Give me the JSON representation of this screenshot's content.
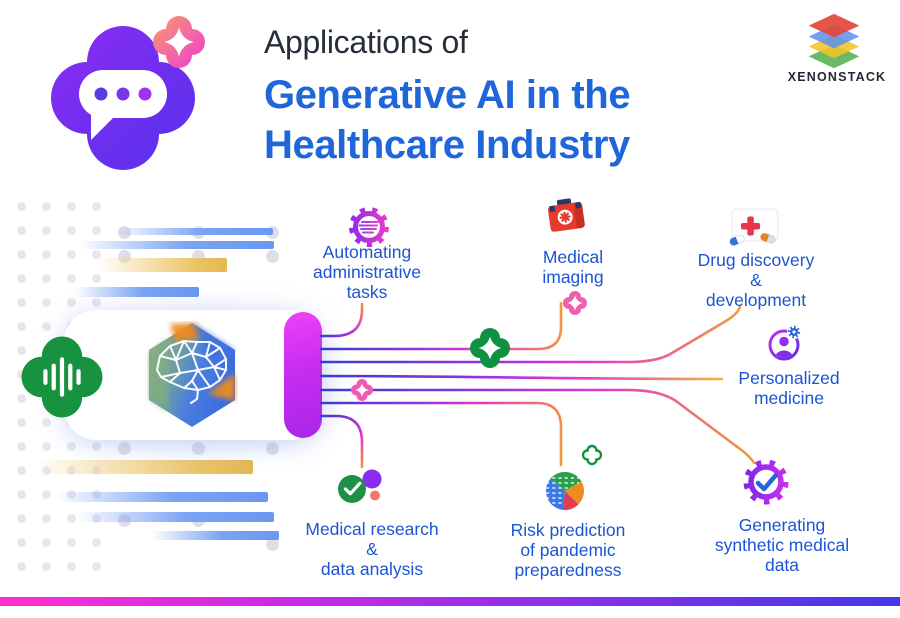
{
  "header": {
    "title_prefix": "Applications of",
    "title_line1": "Generative AI in the",
    "title_line2": "Healthcare Industry"
  },
  "brand": {
    "name": "XENONSTACK"
  },
  "applications": [
    {
      "id": "automating-administrative-tasks",
      "icon": "automation-gear-icon",
      "lines": [
        "Automating",
        "administrative",
        "tasks"
      ]
    },
    {
      "id": "medical-imaging",
      "icon": "first-aid-kit-icon",
      "lines": [
        "Medical",
        "imaging"
      ]
    },
    {
      "id": "drug-discovery-development",
      "icon": "medicine-box-pills-icon",
      "lines": [
        "Drug discovery",
        "&",
        "development"
      ]
    },
    {
      "id": "personalized-medicine",
      "icon": "patient-profile-gear-icon",
      "lines": [
        "Personalized",
        "medicine"
      ]
    },
    {
      "id": "generating-synthetic-medical-data",
      "icon": "gear-check-icon",
      "lines": [
        "Generating",
        "synthetic medical",
        "data"
      ]
    },
    {
      "id": "risk-prediction-pandemic-preparedness",
      "icon": "pie-chart-icon",
      "lines": [
        "Risk prediction",
        "of pandemic",
        "preparedness"
      ]
    },
    {
      "id": "medical-research-data-analysis",
      "icon": "research-check-circles-icon",
      "lines": [
        "Medical research",
        "&",
        "data analysis"
      ]
    }
  ],
  "colors": {
    "title_dark": "#272d3b",
    "title_accent": "#2066db",
    "label_blue": "#1b55d4",
    "line_start": "#3f3ad0",
    "line_mid": "#c930e0",
    "line_end": "#f29a38",
    "cap_magenta": "#c82df0",
    "voice_green": "#17923f",
    "footer_left": "#ff2ed2",
    "footer_right": "#4338e8"
  }
}
